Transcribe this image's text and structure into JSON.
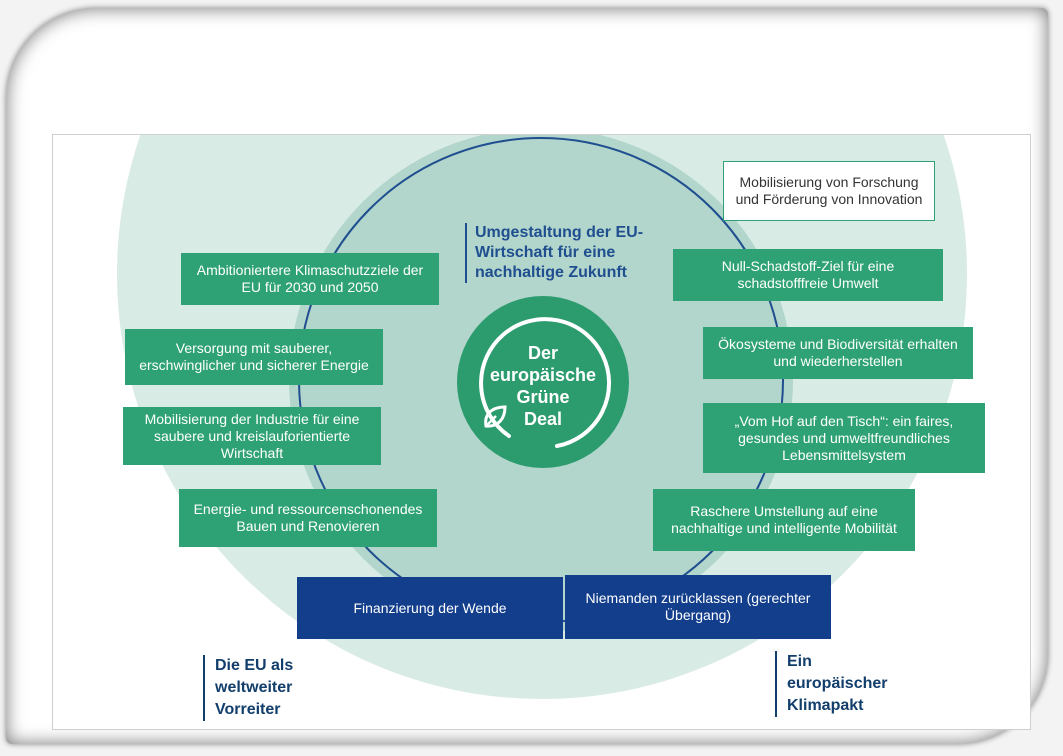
{
  "center": {
    "line1": "Der",
    "line2": "europäische",
    "line3": "Grüne",
    "line4": "Deal"
  },
  "heading": "Umgestaltung der EU-Wirtschaft für eine nachhaltige Zukunft",
  "left_boxes": [
    "Ambitioniertere Klimaschutzziele der EU für 2030 und 2050",
    "Versorgung mit sauberer, erschwinglicher und sicherer Energie",
    "Mobilisierung der Industrie für eine saubere und kreislauforientierte Wirtschaft",
    "Energie- und ressourcenschonendes Bauen und Renovieren"
  ],
  "right_boxes": [
    "Null-Schadstoff-Ziel für eine schadstofffreie Umwelt",
    "Ökosysteme und Biodiversität erhalten und wiederherstellen",
    "„Vom Hof auf den Tisch“: ein faires, gesundes und umweltfreundliches Lebensmittelsystem",
    "Raschere Umstellung auf eine nachhaltige und intelligente Mobilität"
  ],
  "top_right_box": "Mobilisierung von Forschung und Förderung von Innovation",
  "bottom_boxes": {
    "left": "Finanzierung der Wende",
    "right": "Niemanden zurücklassen (gerechter Übergang)"
  },
  "corner_left": [
    "Die EU als",
    "weltweiter",
    "Vorreiter"
  ],
  "corner_right": [
    "Ein",
    "europäischer",
    "Klimapakt"
  ],
  "colors": {
    "green": "#2ea274",
    "navy": "#123e8c",
    "light_teal": "#d9ebe5",
    "mid_teal": "#b2d5cc"
  },
  "icons": [
    "leaf-icon"
  ]
}
